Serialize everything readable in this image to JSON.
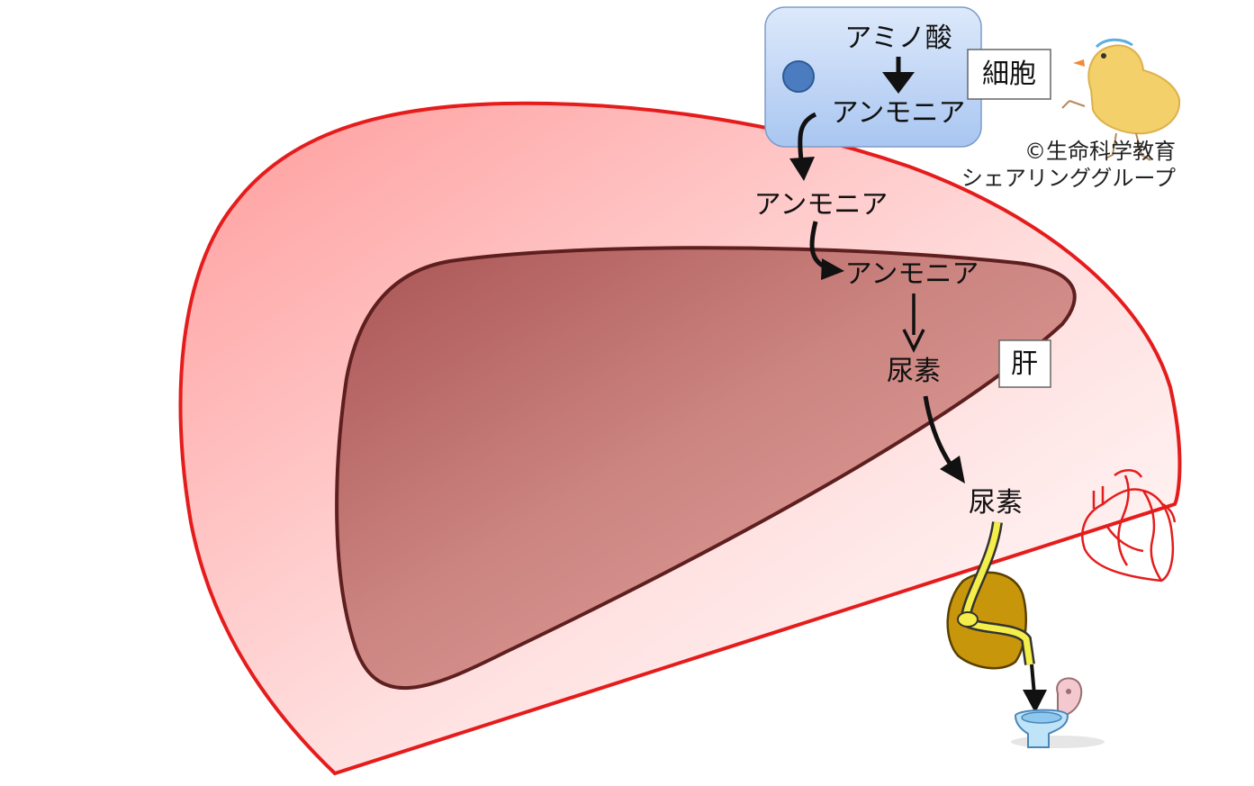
{
  "cell": {
    "amino_acid": "アミノ酸",
    "ammonia": "アンモニア",
    "box_label": "細胞"
  },
  "blood": {
    "ammonia": "アンモニア",
    "urea": "尿素"
  },
  "liver": {
    "ammonia": "アンモニア",
    "urea": "尿素",
    "box_label": "肝"
  },
  "credit": {
    "line1": "©生命科学教育",
    "line2": "シェアリンググループ"
  },
  "colors": {
    "body_outline": "#e51c1c",
    "liver_fill": "#c9807c",
    "liver_outline": "#5e1f1f",
    "cell_fill": "#b8d2f4",
    "nucleus": "#4a7cbf",
    "kidney": "#c8960a",
    "ureter": "#f3ee4a",
    "heart_outline": "#e51c1c",
    "toilet": "#f3c9cf",
    "water": "#8ec8ef"
  },
  "icons": [
    "chick-icon",
    "heart-icon",
    "kidney-icon",
    "toilet-icon"
  ]
}
